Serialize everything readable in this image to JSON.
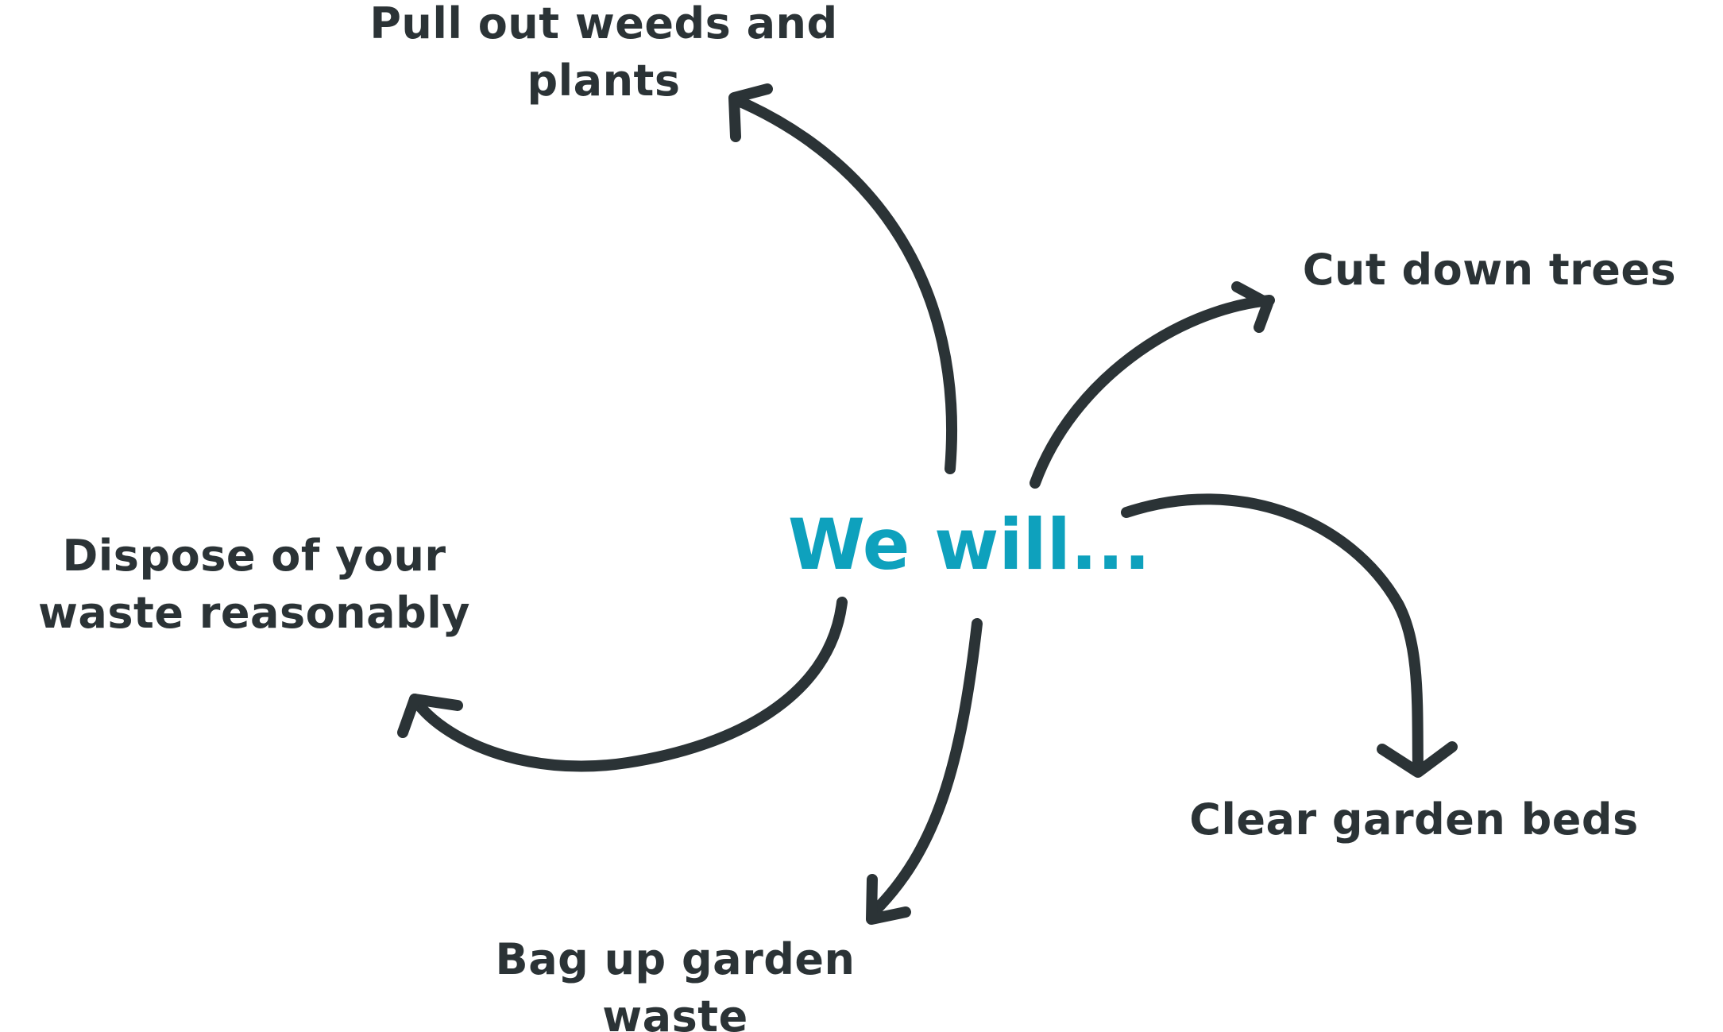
{
  "center": {
    "text": "We will...",
    "color": "#0ea1bd"
  },
  "text_color": "#2b3336",
  "arrow_color": "#2b3336",
  "items": [
    {
      "id": "weeds",
      "lines": [
        "Pull out weeds and",
        "plants"
      ]
    },
    {
      "id": "trees",
      "lines": [
        "Cut down trees"
      ]
    },
    {
      "id": "beds",
      "lines": [
        "Clear garden beds"
      ]
    },
    {
      "id": "bag",
      "lines": [
        "Bag up garden",
        "waste"
      ]
    },
    {
      "id": "dispose",
      "lines": [
        "Dispose of your",
        "waste reasonably"
      ]
    }
  ]
}
